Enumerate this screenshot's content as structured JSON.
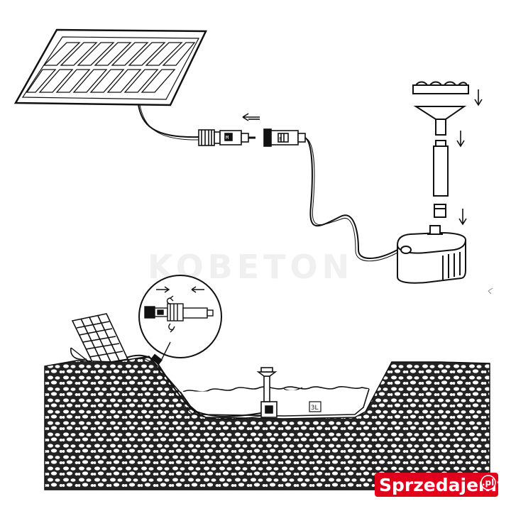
{
  "watermark": {
    "text": "KOBETON"
  },
  "marketplace_badge": {
    "name": "Sprzedajemy",
    "tld": ".pl",
    "color": "#e2001a"
  },
  "parts": {
    "connector_label_male": "M",
    "connector_label_female": "F",
    "pump_label": "3L"
  },
  "colors": {
    "line": "#111111",
    "rock_fill": "#2a2a2a",
    "rock_stone": "#ffffff"
  }
}
